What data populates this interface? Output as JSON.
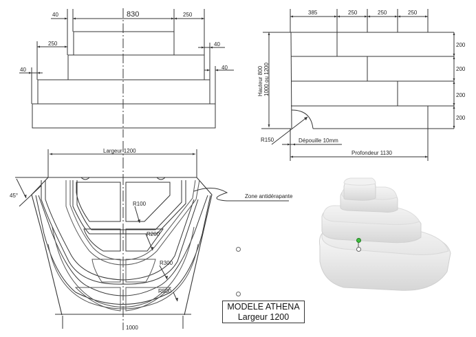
{
  "front_view": {
    "dims": {
      "top_width": "830",
      "top_left_offset": "40",
      "top_right_step": "250",
      "second_left_step": "250",
      "second_right_offset": "40",
      "third_left_offset": "40",
      "third_right_offset": "40"
    }
  },
  "side_view": {
    "step_depths": [
      "385",
      "250",
      "250",
      "250"
    ],
    "step_heights": [
      "200",
      "200",
      "200",
      "200"
    ],
    "height_label_line1": "Hauteur 800",
    "height_label_line2": "1000 ou 1200",
    "radius_label": "R150",
    "draft_label": "Dépouille 10mm",
    "depth_label": "Profondeur 1130"
  },
  "plan_view": {
    "width_label": "Largeur 1200",
    "angle_label": "45°",
    "radii": [
      "R100",
      "R200",
      "R300",
      "R500"
    ],
    "bottom_label": "1000",
    "zone_label": "Zone antidérapante"
  },
  "title_block": {
    "line1": "MODELE ATHENA",
    "line2": "Largeur 1200"
  },
  "render_3d": {
    "description": "3D render of white pool step, 4 tiers",
    "handle_color": "#3fbf3f"
  }
}
